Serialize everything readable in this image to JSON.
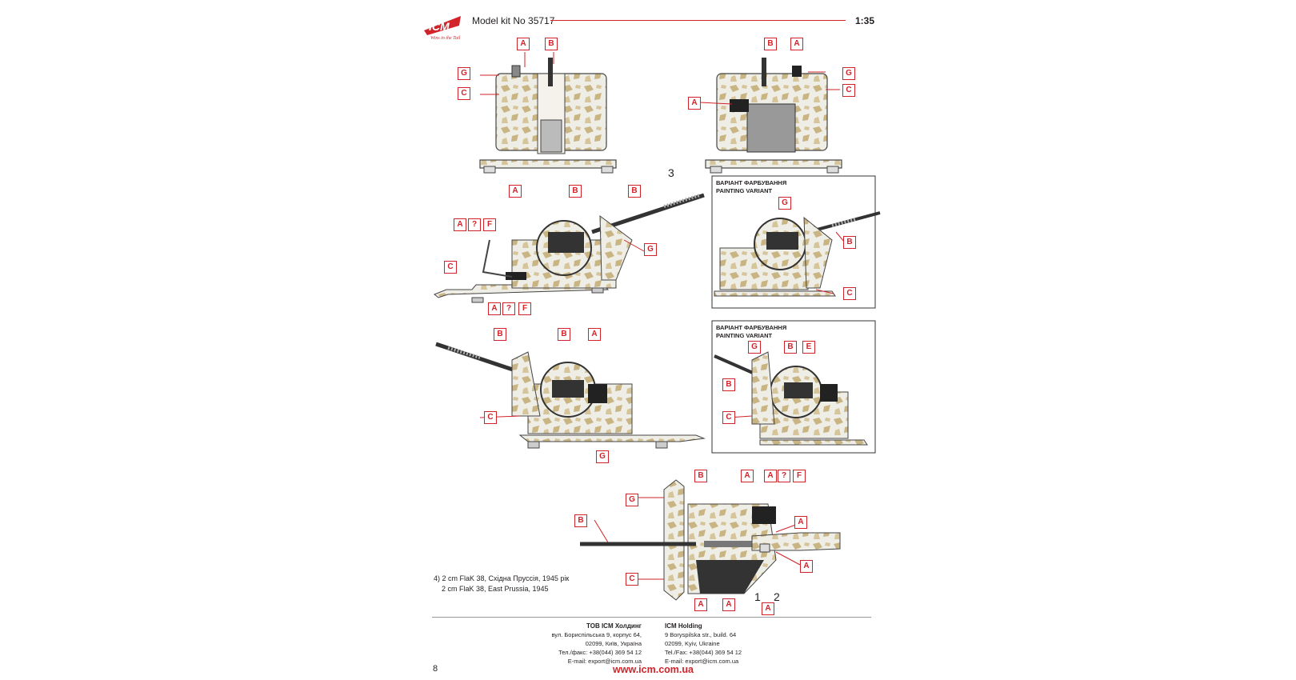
{
  "header": {
    "brand": "ICM",
    "slogan": "Wins in the Tail",
    "kit": "Model kit No 35717",
    "scale": "1:35"
  },
  "variants": {
    "ua": "ВАРІАНТ ФАРБУВАННЯ",
    "en": "PAINTING VARIANT"
  },
  "caption": {
    "line1": "4) 2 cm FlaK 38, Східна Пруссія, 1945 рік",
    "line2": "    2 cm FlaK 38, East Prussia, 1945"
  },
  "callout_numbers": {
    "n3": "3",
    "n1": "1",
    "n2": "2"
  },
  "footer": {
    "ua": {
      "title": "ТОВ ICM Холдинг",
      "l1": "вул. Бориспільська 9, корпус 64,",
      "l2": "02099, Київ, Україна",
      "l3": "Тел./факс: +38(044) 369 54 12",
      "l4": "E-mail: export@icm.com.ua"
    },
    "en": {
      "title": "ICM Holding",
      "l1": "9 Boryspilska str., build. 64",
      "l2": "02099, Kyiv, Ukraine",
      "l3": "Tel./Fax: +38(044) 369 54 12",
      "l4": "E-mail: export@icm.com.ua"
    },
    "site": "www.icm.com.ua",
    "page": "8"
  },
  "colors": {
    "accent": "#d2232a",
    "camo_light": "#efeee6",
    "camo_tan": "#c9b483",
    "metal": "#555555"
  },
  "labels": [
    "A",
    "B",
    "G",
    "C",
    "B",
    "A",
    "G",
    "C",
    "A",
    "A",
    "B",
    "B",
    "G",
    "C",
    "A",
    "?",
    "F",
    "A",
    "?",
    "F",
    "G",
    "B",
    "C",
    "B",
    "B",
    "A",
    "C",
    "G",
    "G",
    "B",
    "E",
    "B",
    "C",
    "B",
    "A",
    "A",
    "?",
    "F",
    "G",
    "B",
    "A",
    "C",
    "A",
    "A",
    "A",
    "A"
  ]
}
